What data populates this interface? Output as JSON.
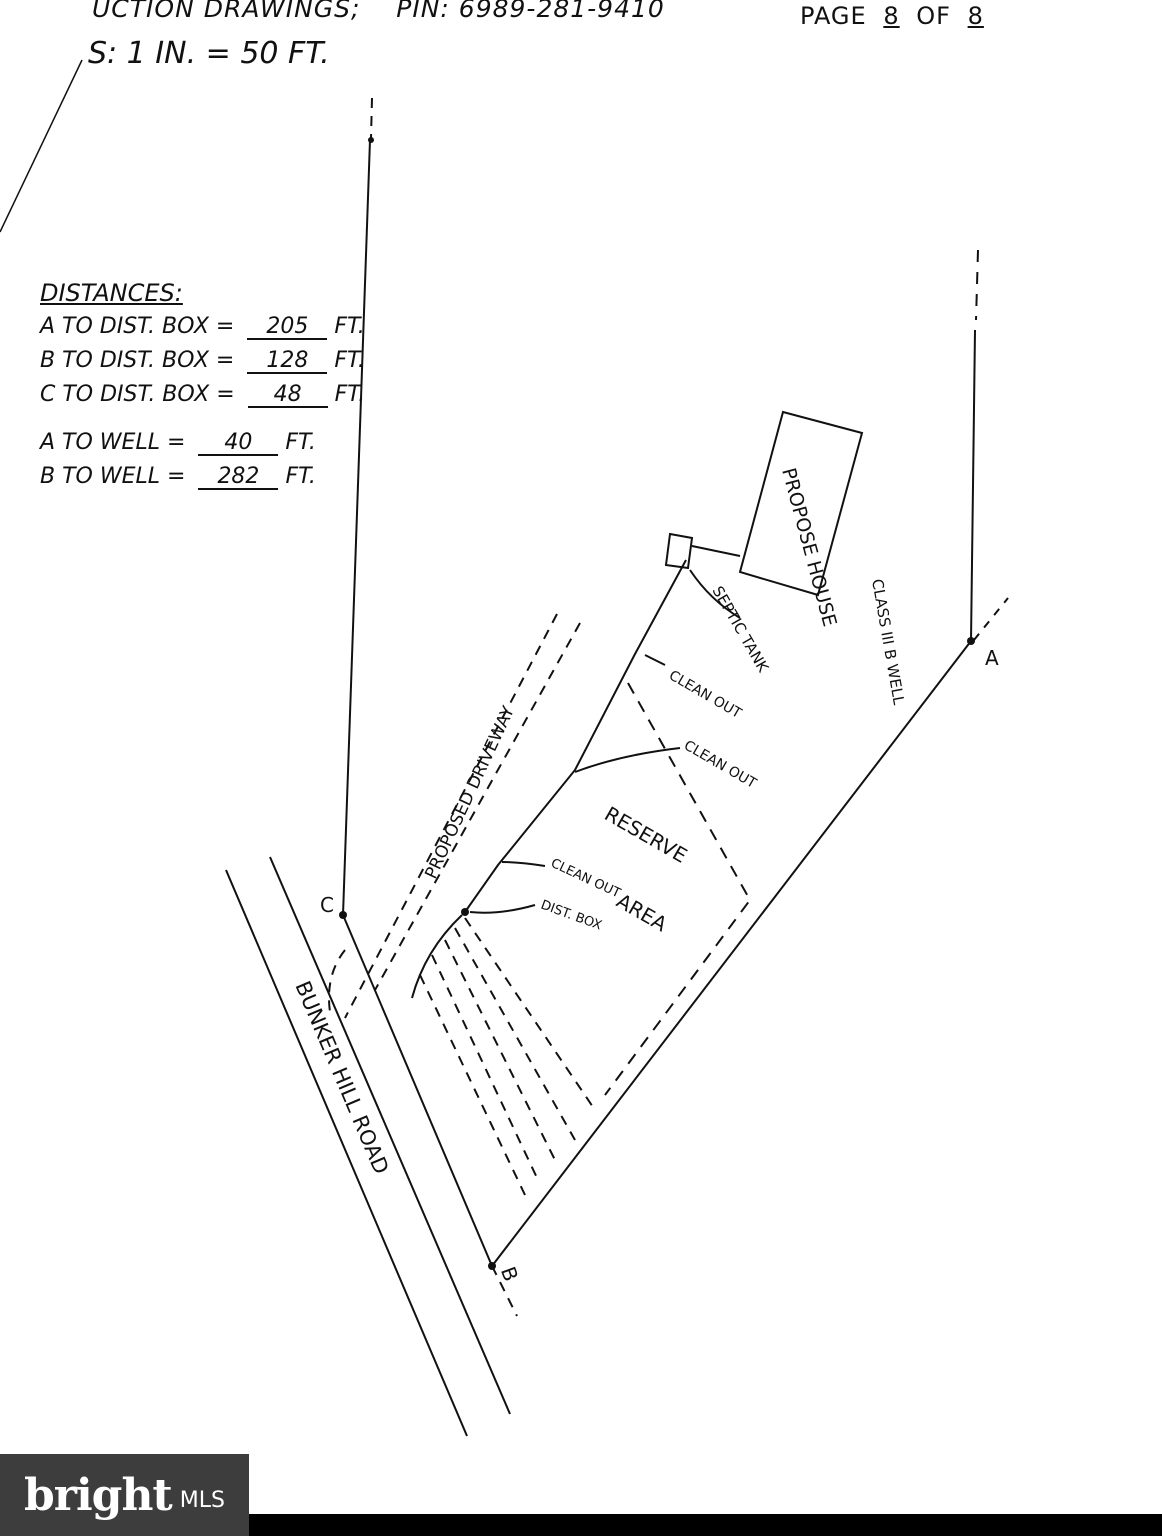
{
  "header": {
    "title_fragment": "UCTION DRAWINGS;",
    "pin_label": "PIN:",
    "pin_value": "6989-281-9410",
    "scale": "S: 1 IN. = 50 FT.",
    "page_prefix": "PAGE",
    "page_current": "8",
    "page_sep": "OF",
    "page_total": "8"
  },
  "distances": {
    "title": "DISTANCES:",
    "rows": [
      {
        "label": "A TO DIST. BOX =",
        "value": "205",
        "unit": "FT."
      },
      {
        "label": "B TO DIST. BOX =",
        "value": "128",
        "unit": "FT."
      },
      {
        "label": "C TO DIST. BOX =",
        "value": "48",
        "unit": "FT."
      },
      {
        "label": "A TO WELL =",
        "value": "40",
        "unit": "FT."
      },
      {
        "label": "B TO WELL =",
        "value": "282",
        "unit": "FT."
      }
    ]
  },
  "labels": {
    "house": "PROPOSE HOUSE",
    "septic_tank": "SEPTIC TANK",
    "well": "CLASS III B WELL",
    "clean_out_1": "CLEAN OUT",
    "clean_out_2": "CLEAN OUT",
    "clean_out_3": "CLEAN OUT",
    "reserve": "RESERVE",
    "area": "AREA",
    "dist_box": "DIST. BOX",
    "driveway": "PROPOSED DRIVEWAY",
    "road": "BUNKER HILL ROAD",
    "point_a": "A",
    "point_b": "B",
    "point_c": "C"
  },
  "logo": {
    "brand": "bright",
    "suffix": "MLS"
  }
}
